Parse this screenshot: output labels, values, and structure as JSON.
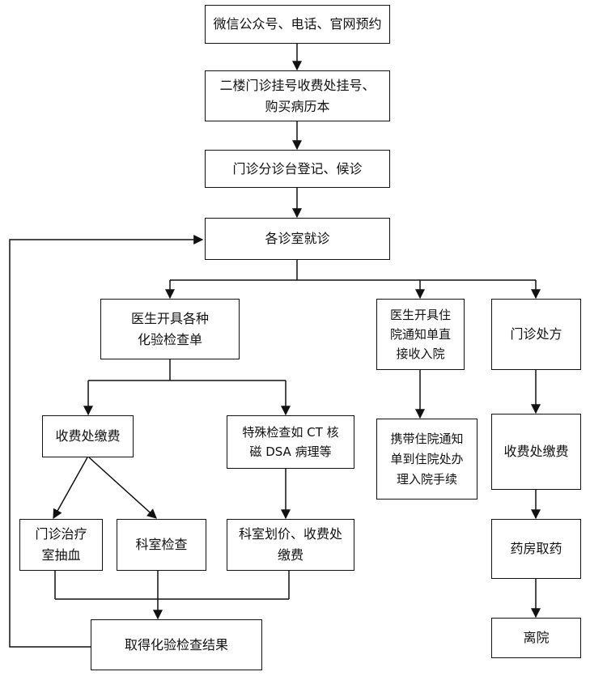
{
  "nodes": {
    "wechat": "微信公众号、电话、官网预约",
    "register": "二楼门诊挂号收费处挂号、\n购买病历本",
    "triage": "门诊分诊台登记、候诊",
    "consult": "各诊室就诊",
    "lab_order": "医生开具各种\n化验检查单",
    "admission_notice": "医生开具住\n院通知单直\n接收入院",
    "prescription": "门诊处方",
    "pay1": "收费处缴费",
    "special_exam": "特殊检查如 CT 核\n磁 DSA 病理等",
    "admission_proc": "携带住院通知\n单到住院处办\n理入院手续",
    "pay2": "收费处缴费",
    "blood_draw": "门诊治疗\n室抽血",
    "dept_exam": "科室检查",
    "dept_pricing": "科室划价、收费处\n缴费",
    "pharmacy": "药房取药",
    "results": "取得化验检查结果",
    "leave": "离院"
  }
}
